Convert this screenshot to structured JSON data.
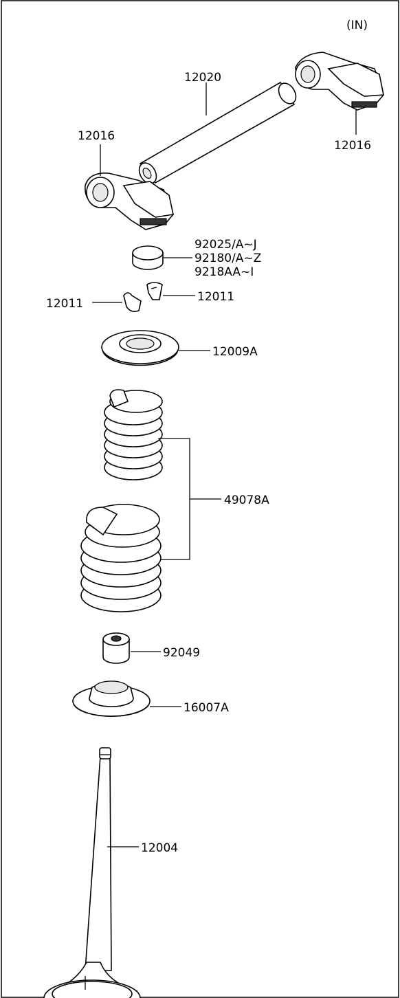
{
  "diagram": {
    "view_tag": "(IN)",
    "parts": [
      {
        "id": "rocker-arm-right",
        "label": "12016"
      },
      {
        "id": "rocker-shaft",
        "label": "12020"
      },
      {
        "id": "rocker-arm-left",
        "label": "12016"
      },
      {
        "id": "shim",
        "labels": [
          "92025/A~J",
          "92180/A~Z",
          "9218AA~I"
        ]
      },
      {
        "id": "cotter-left",
        "label": "12011"
      },
      {
        "id": "cotter-right",
        "label": "12011"
      },
      {
        "id": "spring-retainer",
        "label": "12009A"
      },
      {
        "id": "valve-springs",
        "label": "49078A"
      },
      {
        "id": "stem-seal",
        "label": "92049"
      },
      {
        "id": "spring-seat",
        "label": "16007A"
      },
      {
        "id": "valve",
        "label": "12004"
      }
    ]
  }
}
